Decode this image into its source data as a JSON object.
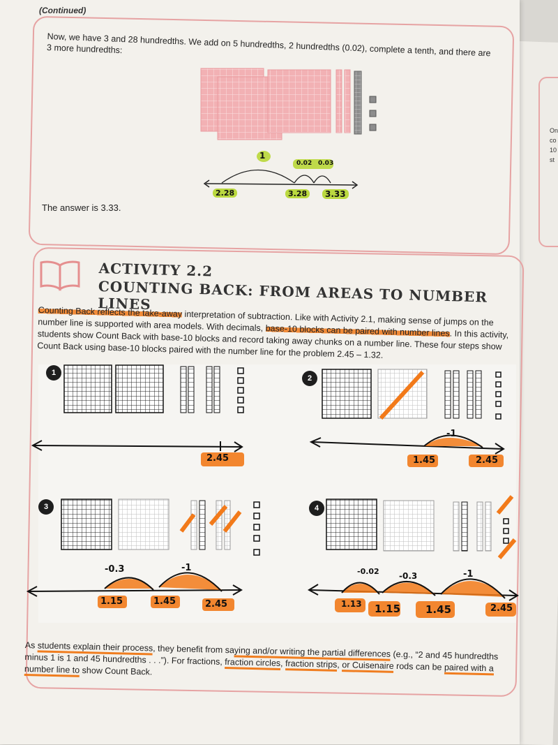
{
  "page": {
    "continued": "(Continued)",
    "intro_line1": "Now, we have 3 and 28 hundredths. We add on 5 hundredths, 2 hundredths (0.02), complete a tenth, and there are",
    "intro_line2": "3 more hundredths:",
    "answer": "The answer is 3.33.",
    "jump_big": "1",
    "jump_small1": "0.02",
    "jump_small2": "0.03",
    "nl1_label_a": "2.28",
    "nl1_label_b": "3.28",
    "nl1_label_c": "3.33"
  },
  "activity": {
    "number": "ACTIVITY 2.2",
    "title": "COUNTING BACK: FROM AREAS TO NUMBER LINES",
    "para_hl1": "Counting Back reflects the take-away",
    "para_t1": " interpretation of subtraction. Like with Activity 2.1, making sense of jumps on the number line is supported with area models. With decimals, ",
    "para_hl2": "base-10 blocks can be paired with number lines",
    "para_t2": ". In this activity, students show Count Back with base-10 blocks and record taking away chunks on a number line. These four steps show Count Back using base-10 blocks paired with the number line for the problem 2.45 – 1.32."
  },
  "steps": [
    {
      "badge": "1",
      "labels": [
        "2.45"
      ]
    },
    {
      "badge": "2",
      "labels": [
        "1.45",
        "2.45"
      ],
      "jumps": [
        "-1"
      ]
    },
    {
      "badge": "3",
      "labels": [
        "1.15",
        "1.45",
        "2.45"
      ],
      "jumps": [
        "-0.3",
        "-1"
      ]
    },
    {
      "badge": "4",
      "labels": [
        "1.13",
        "1.15",
        "1.45",
        "2.45"
      ],
      "jumps": [
        "-0.02",
        "-0.3",
        "-1"
      ]
    }
  ],
  "closing": {
    "t1": "As ",
    "u1": "students explain their process",
    "t2": ", they benefit from sa",
    "u2": "ying and/or writing the partial differences",
    "t3": " (e.g., “2 and 45 hundredths minus 1 is 1 and 45 hundredths . . .”). For fractions, ",
    "u3": "fraction circles",
    "t4": ", ",
    "u4": "fraction strips",
    "t5": ", ",
    "u5": "or Cuisenaire",
    "t6": " rods can be ",
    "u6": "paired with a number line to",
    "t7": " show Count Back."
  },
  "side": {
    "l1": "On",
    "l2": "co",
    "l3": "10",
    "l4": "st"
  },
  "colors": {
    "highlight_orange": "#f27a1a",
    "highlight_green": "#b5d62e",
    "card_border": "#e6a3a3",
    "block_pink": "#f2b1b4"
  }
}
